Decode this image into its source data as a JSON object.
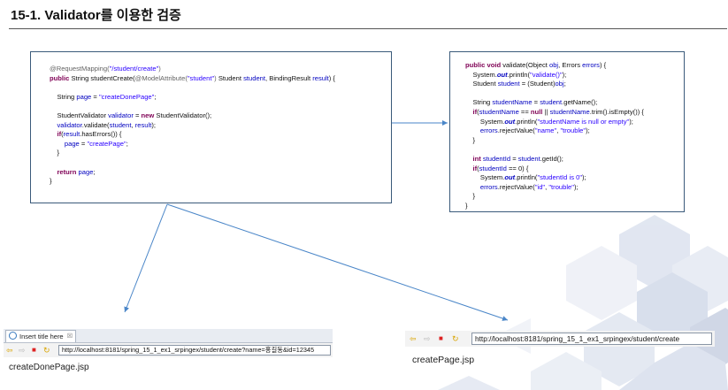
{
  "title": "15-1. Validator를 이용한 검증",
  "code_left": [
    [
      {
        "t": "@RequestMapping(",
        "c": "an"
      },
      {
        "t": "\"/student/create\"",
        "c": "st"
      },
      {
        "t": ")",
        "c": "an"
      }
    ],
    [
      {
        "t": "public",
        "c": "kw"
      },
      {
        "t": " String studentCreate("
      },
      {
        "t": "@ModelAttribute(",
        "c": "an"
      },
      {
        "t": "\"student\"",
        "c": "st"
      },
      {
        "t": ")",
        "c": "an"
      },
      {
        "t": " Student "
      },
      {
        "t": "student",
        "c": "vr"
      },
      {
        "t": ", BindingResult "
      },
      {
        "t": "result",
        "c": "vr"
      },
      {
        "t": ") {"
      }
    ],
    [],
    [
      {
        "t": "    String "
      },
      {
        "t": "page",
        "c": "vr"
      },
      {
        "t": " = "
      },
      {
        "t": "\"createDonePage\"",
        "c": "st"
      },
      {
        "t": ";"
      }
    ],
    [],
    [
      {
        "t": "    StudentValidator "
      },
      {
        "t": "validator",
        "c": "vr"
      },
      {
        "t": " = "
      },
      {
        "t": "new",
        "c": "kw"
      },
      {
        "t": " StudentValidator();"
      }
    ],
    [
      {
        "t": "    "
      },
      {
        "t": "validator",
        "c": "vr"
      },
      {
        "t": ".validate("
      },
      {
        "t": "student",
        "c": "vr"
      },
      {
        "t": ", "
      },
      {
        "t": "result",
        "c": "vr"
      },
      {
        "t": ");"
      }
    ],
    [
      {
        "t": "    "
      },
      {
        "t": "if",
        "c": "kw"
      },
      {
        "t": "("
      },
      {
        "t": "result",
        "c": "vr"
      },
      {
        "t": ".hasErrors()) {"
      }
    ],
    [
      {
        "t": "        "
      },
      {
        "t": "page",
        "c": "vr"
      },
      {
        "t": " = "
      },
      {
        "t": "\"createPage\"",
        "c": "st"
      },
      {
        "t": ";"
      }
    ],
    [
      {
        "t": "    }"
      }
    ],
    [],
    [
      {
        "t": "    "
      },
      {
        "t": "return",
        "c": "kw"
      },
      {
        "t": " "
      },
      {
        "t": "page",
        "c": "vr"
      },
      {
        "t": ";"
      }
    ],
    [
      {
        "t": "}"
      }
    ]
  ],
  "code_right": [
    [
      {
        "t": "public",
        "c": "kw"
      },
      {
        "t": " "
      },
      {
        "t": "void",
        "c": "kw"
      },
      {
        "t": " validate(Object "
      },
      {
        "t": "obj",
        "c": "vr"
      },
      {
        "t": ", Errors "
      },
      {
        "t": "errors",
        "c": "vr"
      },
      {
        "t": ") {"
      }
    ],
    [
      {
        "t": "    System."
      },
      {
        "t": "out",
        "c": "it"
      },
      {
        "t": ".println("
      },
      {
        "t": "\"validate()\"",
        "c": "st"
      },
      {
        "t": ");"
      }
    ],
    [
      {
        "t": "    Student "
      },
      {
        "t": "student",
        "c": "vr"
      },
      {
        "t": " = (Student)"
      },
      {
        "t": "obj",
        "c": "vr"
      },
      {
        "t": ";"
      }
    ],
    [],
    [
      {
        "t": "    String "
      },
      {
        "t": "studentName",
        "c": "vr"
      },
      {
        "t": " = "
      },
      {
        "t": "student",
        "c": "vr"
      },
      {
        "t": ".getName();"
      }
    ],
    [
      {
        "t": "    "
      },
      {
        "t": "if",
        "c": "kw"
      },
      {
        "t": "("
      },
      {
        "t": "studentName",
        "c": "vr"
      },
      {
        "t": " == "
      },
      {
        "t": "null",
        "c": "kw"
      },
      {
        "t": " || "
      },
      {
        "t": "studentName",
        "c": "vr"
      },
      {
        "t": ".trim().isEmpty()) {"
      }
    ],
    [
      {
        "t": "        System."
      },
      {
        "t": "out",
        "c": "it"
      },
      {
        "t": ".println("
      },
      {
        "t": "\"studentName is null or empty\"",
        "c": "st"
      },
      {
        "t": ");"
      }
    ],
    [
      {
        "t": "        "
      },
      {
        "t": "errors",
        "c": "vr"
      },
      {
        "t": ".rejectValue("
      },
      {
        "t": "\"name\"",
        "c": "st"
      },
      {
        "t": ", "
      },
      {
        "t": "\"trouble\"",
        "c": "st"
      },
      {
        "t": ");"
      }
    ],
    [
      {
        "t": "    }"
      }
    ],
    [],
    [
      {
        "t": "    "
      },
      {
        "t": "int",
        "c": "kw"
      },
      {
        "t": " "
      },
      {
        "t": "studentId",
        "c": "vr"
      },
      {
        "t": " = "
      },
      {
        "t": "student",
        "c": "vr"
      },
      {
        "t": ".getId();"
      }
    ],
    [
      {
        "t": "    "
      },
      {
        "t": "if",
        "c": "kw"
      },
      {
        "t": "("
      },
      {
        "t": "studentId",
        "c": "vr"
      },
      {
        "t": " == 0) {"
      }
    ],
    [
      {
        "t": "        System."
      },
      {
        "t": "out",
        "c": "it"
      },
      {
        "t": ".println("
      },
      {
        "t": "\"studentId is 0\"",
        "c": "st"
      },
      {
        "t": ");"
      }
    ],
    [
      {
        "t": "        "
      },
      {
        "t": "errors",
        "c": "vr"
      },
      {
        "t": ".rejectValue("
      },
      {
        "t": "\"id\"",
        "c": "st"
      },
      {
        "t": ", "
      },
      {
        "t": "\"trouble\"",
        "c": "st"
      },
      {
        "t": ");"
      }
    ],
    [
      {
        "t": "    }"
      }
    ],
    [
      {
        "t": "}"
      }
    ]
  ],
  "browser_done": {
    "tab_title": "Insert title here",
    "tab_close": "☒",
    "url": "http://localhost:8181/spring_15_1_ex1_srpingex/student/create?name=홍길동&id=12345",
    "page_label": "createDonePage.jsp"
  },
  "browser_create": {
    "url": "http://localhost:8181/spring_15_1_ex1_srpingex/student/create",
    "page_label": "createPage.jsp"
  },
  "icons": [
    "back-arrow-icon",
    "forward-arrow-icon",
    "stop-icon",
    "refresh-icon",
    "globe-icon",
    "close-icon"
  ],
  "colors": {
    "keyword": "#7f0055",
    "string": "#2a00ff",
    "annotation": "#646464",
    "variable": "#0000c0",
    "arrow": "#4a86c8"
  }
}
